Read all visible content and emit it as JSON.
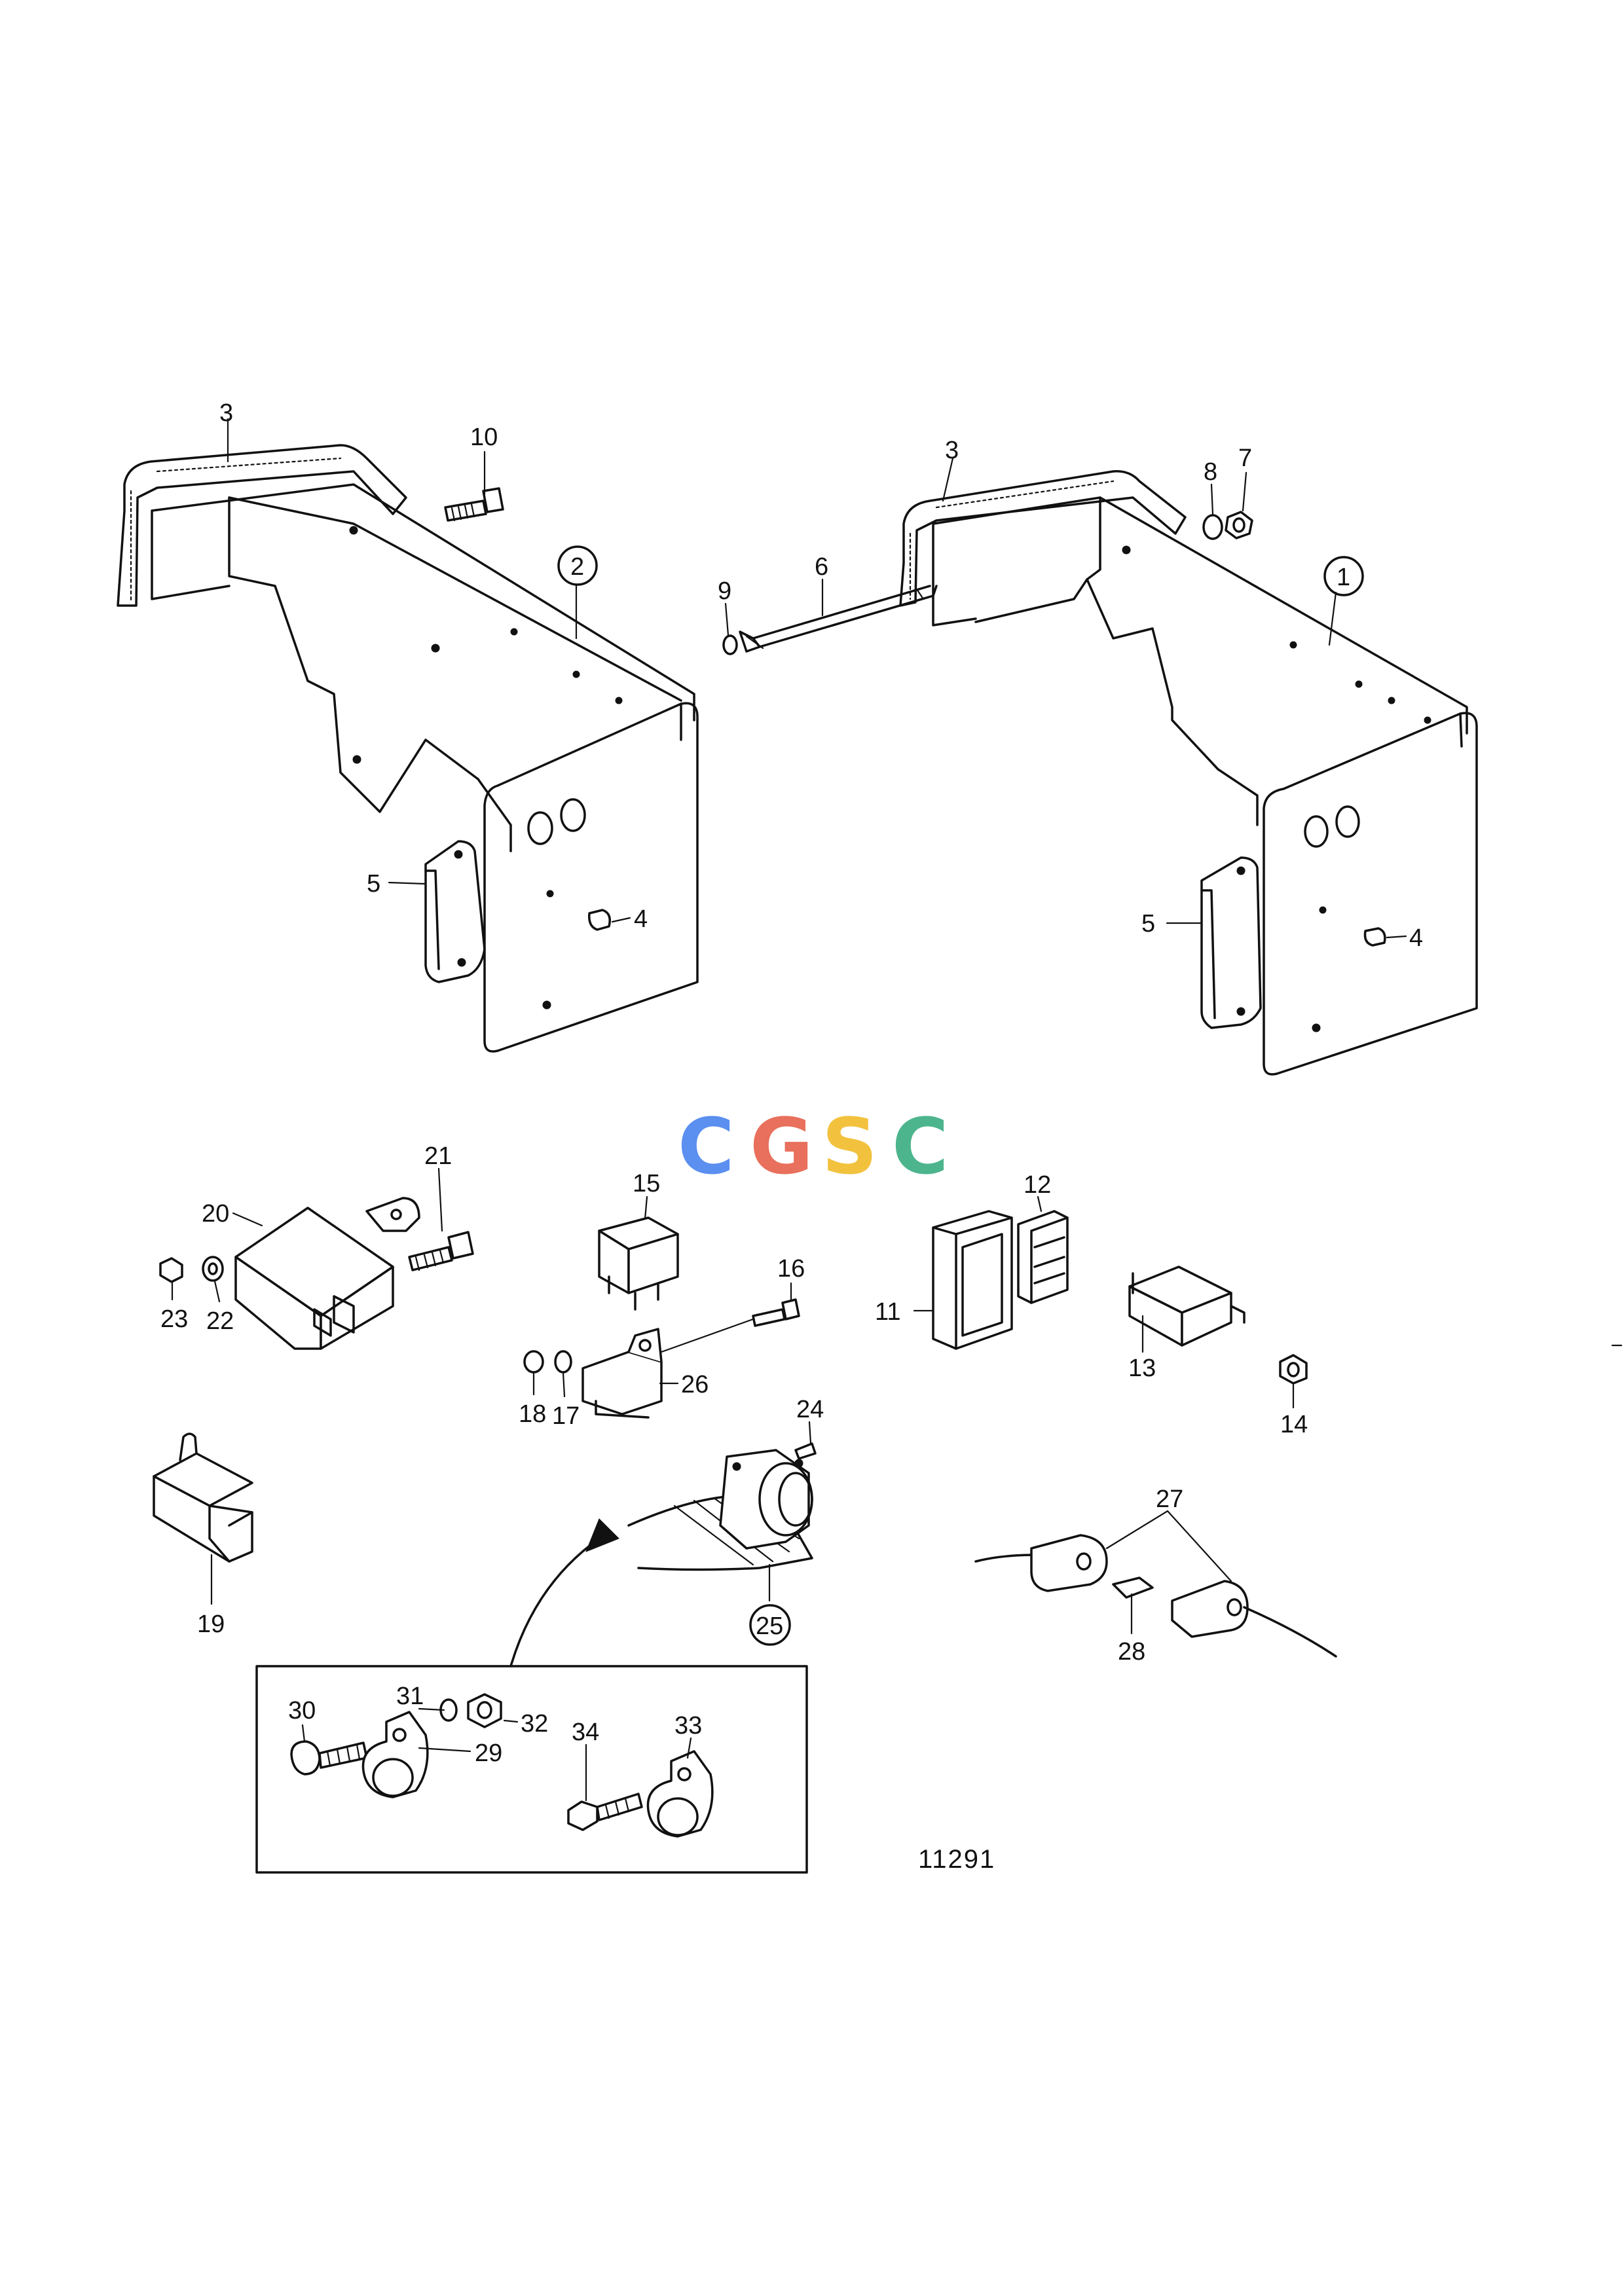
{
  "logo": {
    "letters": [
      "C",
      "G",
      "S",
      "C"
    ],
    "colors": [
      "#5b8ff0",
      "#e8705c",
      "#f2c23f",
      "#4db58e"
    ]
  },
  "figure_number": "11291",
  "callouts": [
    {
      "id": "c3a",
      "text": "3",
      "encircled": false
    },
    {
      "id": "c10",
      "text": "10",
      "encircled": false
    },
    {
      "id": "c2",
      "text": "2",
      "encircled": true
    },
    {
      "id": "c5a",
      "text": "5",
      "encircled": false
    },
    {
      "id": "c4a",
      "text": "4",
      "encircled": false
    },
    {
      "id": "c3b",
      "text": "3",
      "encircled": false
    },
    {
      "id": "c8",
      "text": "8",
      "encircled": false
    },
    {
      "id": "c7",
      "text": "7",
      "encircled": false
    },
    {
      "id": "c9",
      "text": "9",
      "encircled": false
    },
    {
      "id": "c6",
      "text": "6",
      "encircled": false
    },
    {
      "id": "c1",
      "text": "1",
      "encircled": true
    },
    {
      "id": "c5b",
      "text": "5",
      "encircled": false
    },
    {
      "id": "c4b",
      "text": "4",
      "encircled": false
    },
    {
      "id": "c21",
      "text": "21",
      "encircled": false
    },
    {
      "id": "c20",
      "text": "20",
      "encircled": false
    },
    {
      "id": "c23",
      "text": "23",
      "encircled": false
    },
    {
      "id": "c22",
      "text": "22",
      "encircled": false
    },
    {
      "id": "c15",
      "text": "15",
      "encircled": false
    },
    {
      "id": "c16",
      "text": "16",
      "encircled": false
    },
    {
      "id": "c18",
      "text": "18",
      "encircled": false
    },
    {
      "id": "c17",
      "text": "17",
      "encircled": false
    },
    {
      "id": "c26",
      "text": "26",
      "encircled": false
    },
    {
      "id": "c12",
      "text": "12",
      "encircled": false
    },
    {
      "id": "c11",
      "text": "11",
      "encircled": false
    },
    {
      "id": "c13",
      "text": "13",
      "encircled": false
    },
    {
      "id": "c14",
      "text": "14",
      "encircled": false
    },
    {
      "id": "c24",
      "text": "24",
      "encircled": false
    },
    {
      "id": "c25",
      "text": "25",
      "encircled": true
    },
    {
      "id": "c19",
      "text": "19",
      "encircled": false
    },
    {
      "id": "c27",
      "text": "27",
      "encircled": false
    },
    {
      "id": "c28",
      "text": "28",
      "encircled": false
    },
    {
      "id": "c30",
      "text": "30",
      "encircled": false
    },
    {
      "id": "c31",
      "text": "31",
      "encircled": false
    },
    {
      "id": "c32",
      "text": "32",
      "encircled": false
    },
    {
      "id": "c29",
      "text": "29",
      "encircled": false
    },
    {
      "id": "c34",
      "text": "34",
      "encircled": false
    },
    {
      "id": "c33",
      "text": "33",
      "encircled": false
    }
  ]
}
